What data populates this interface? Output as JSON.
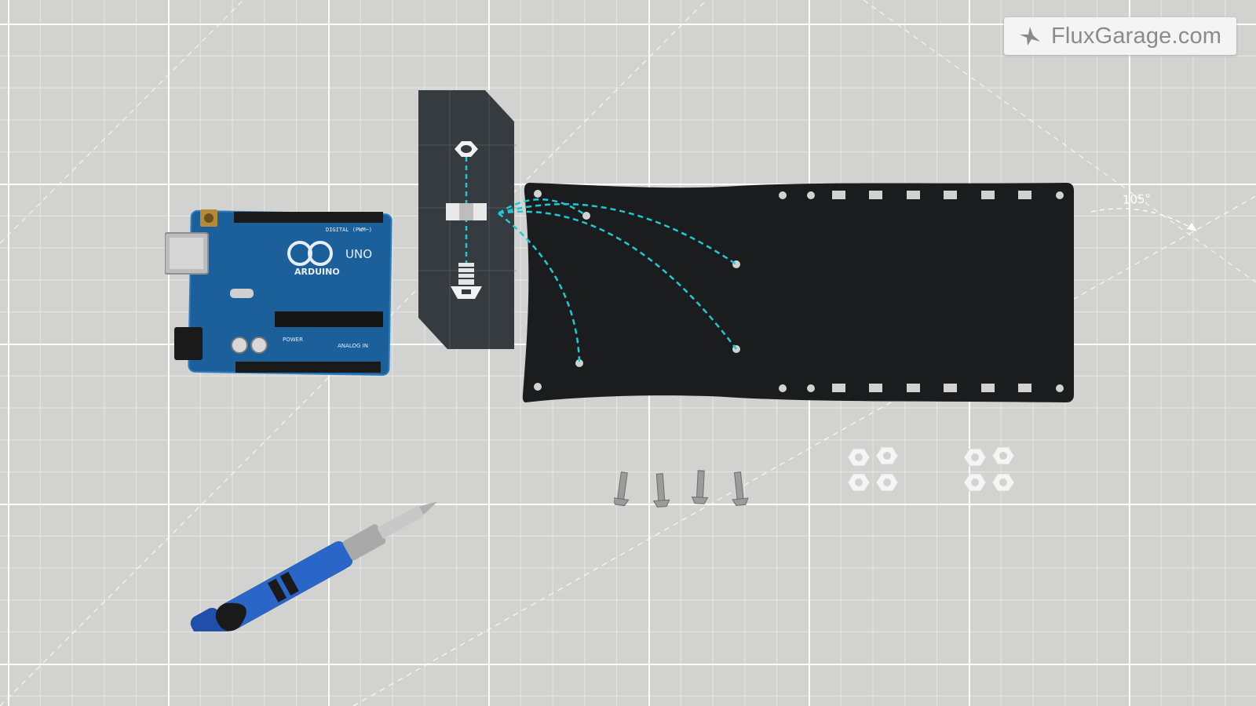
{
  "brand": {
    "name": "FluxGarage.com",
    "logo_icon": "flux-logo-icon"
  },
  "mat": {
    "angle_mark": "105°"
  },
  "arduino": {
    "lines": [
      "DIGITAL (PWM~)",
      "ARDUINO",
      "UNO",
      "POWER",
      "ANALOG IN"
    ]
  },
  "legend": {
    "icons": [
      "hex-nut-icon",
      "spacer-icon",
      "countersunk-screw-icon"
    ],
    "link_color": "#1ec9d6"
  },
  "parts": {
    "screws": 4,
    "nuts": 8
  },
  "colors": {
    "accent": "#1ec9d6",
    "panel": "#363b40",
    "plate": "#1b1c1e",
    "board": "#1b5f9b"
  }
}
